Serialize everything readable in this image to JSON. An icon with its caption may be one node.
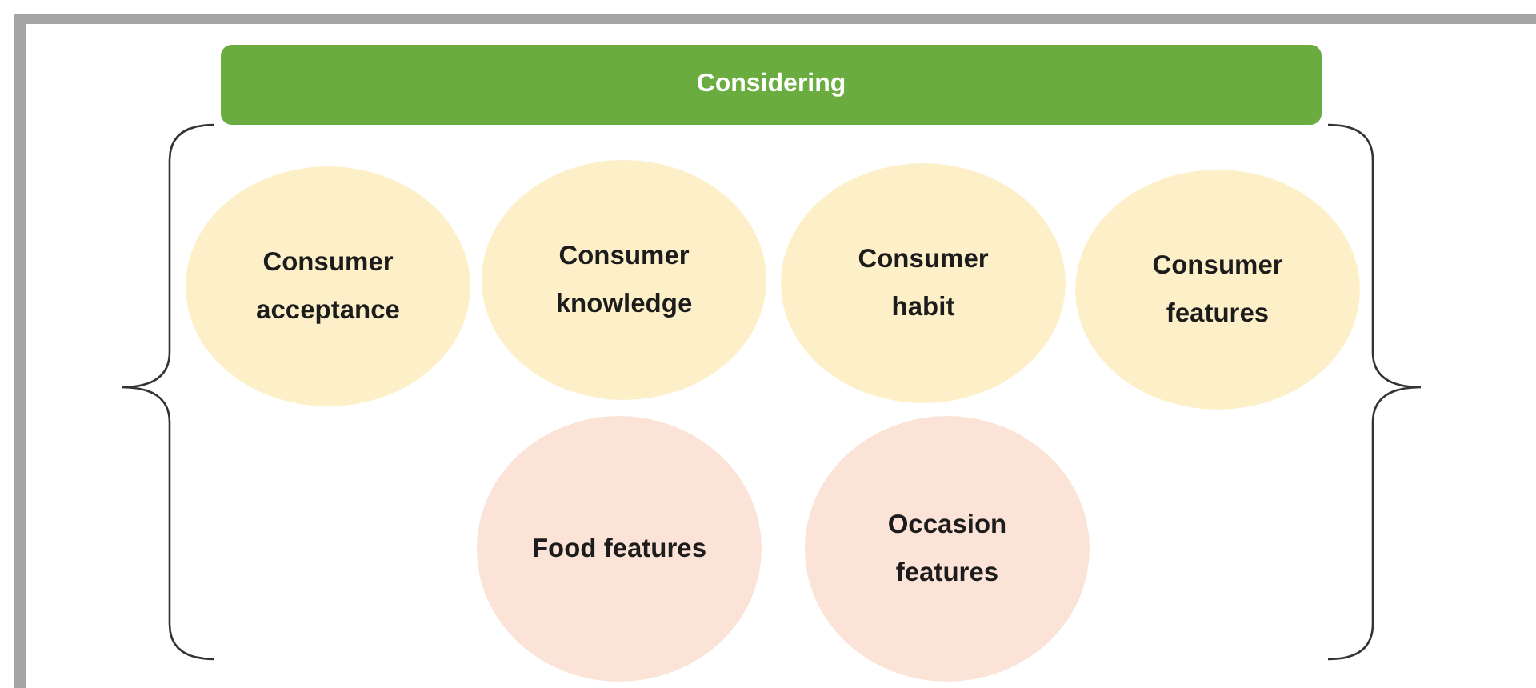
{
  "diagram": {
    "nodes": [
      {
        "text": [
          "Considering"
        ]
      },
      {
        "text": [
          "Consumer acceptance"
        ]
      },
      {
        "text": [
          "Consumer knowledge"
        ]
      },
      {
        "text": [
          "Consumer habit"
        ]
      },
      {
        "text": [
          "Consumer features"
        ]
      },
      {
        "text": [
          "Food features"
        ]
      },
      {
        "text": [
          "Occasion features"
        ]
      }
    ]
  }
}
